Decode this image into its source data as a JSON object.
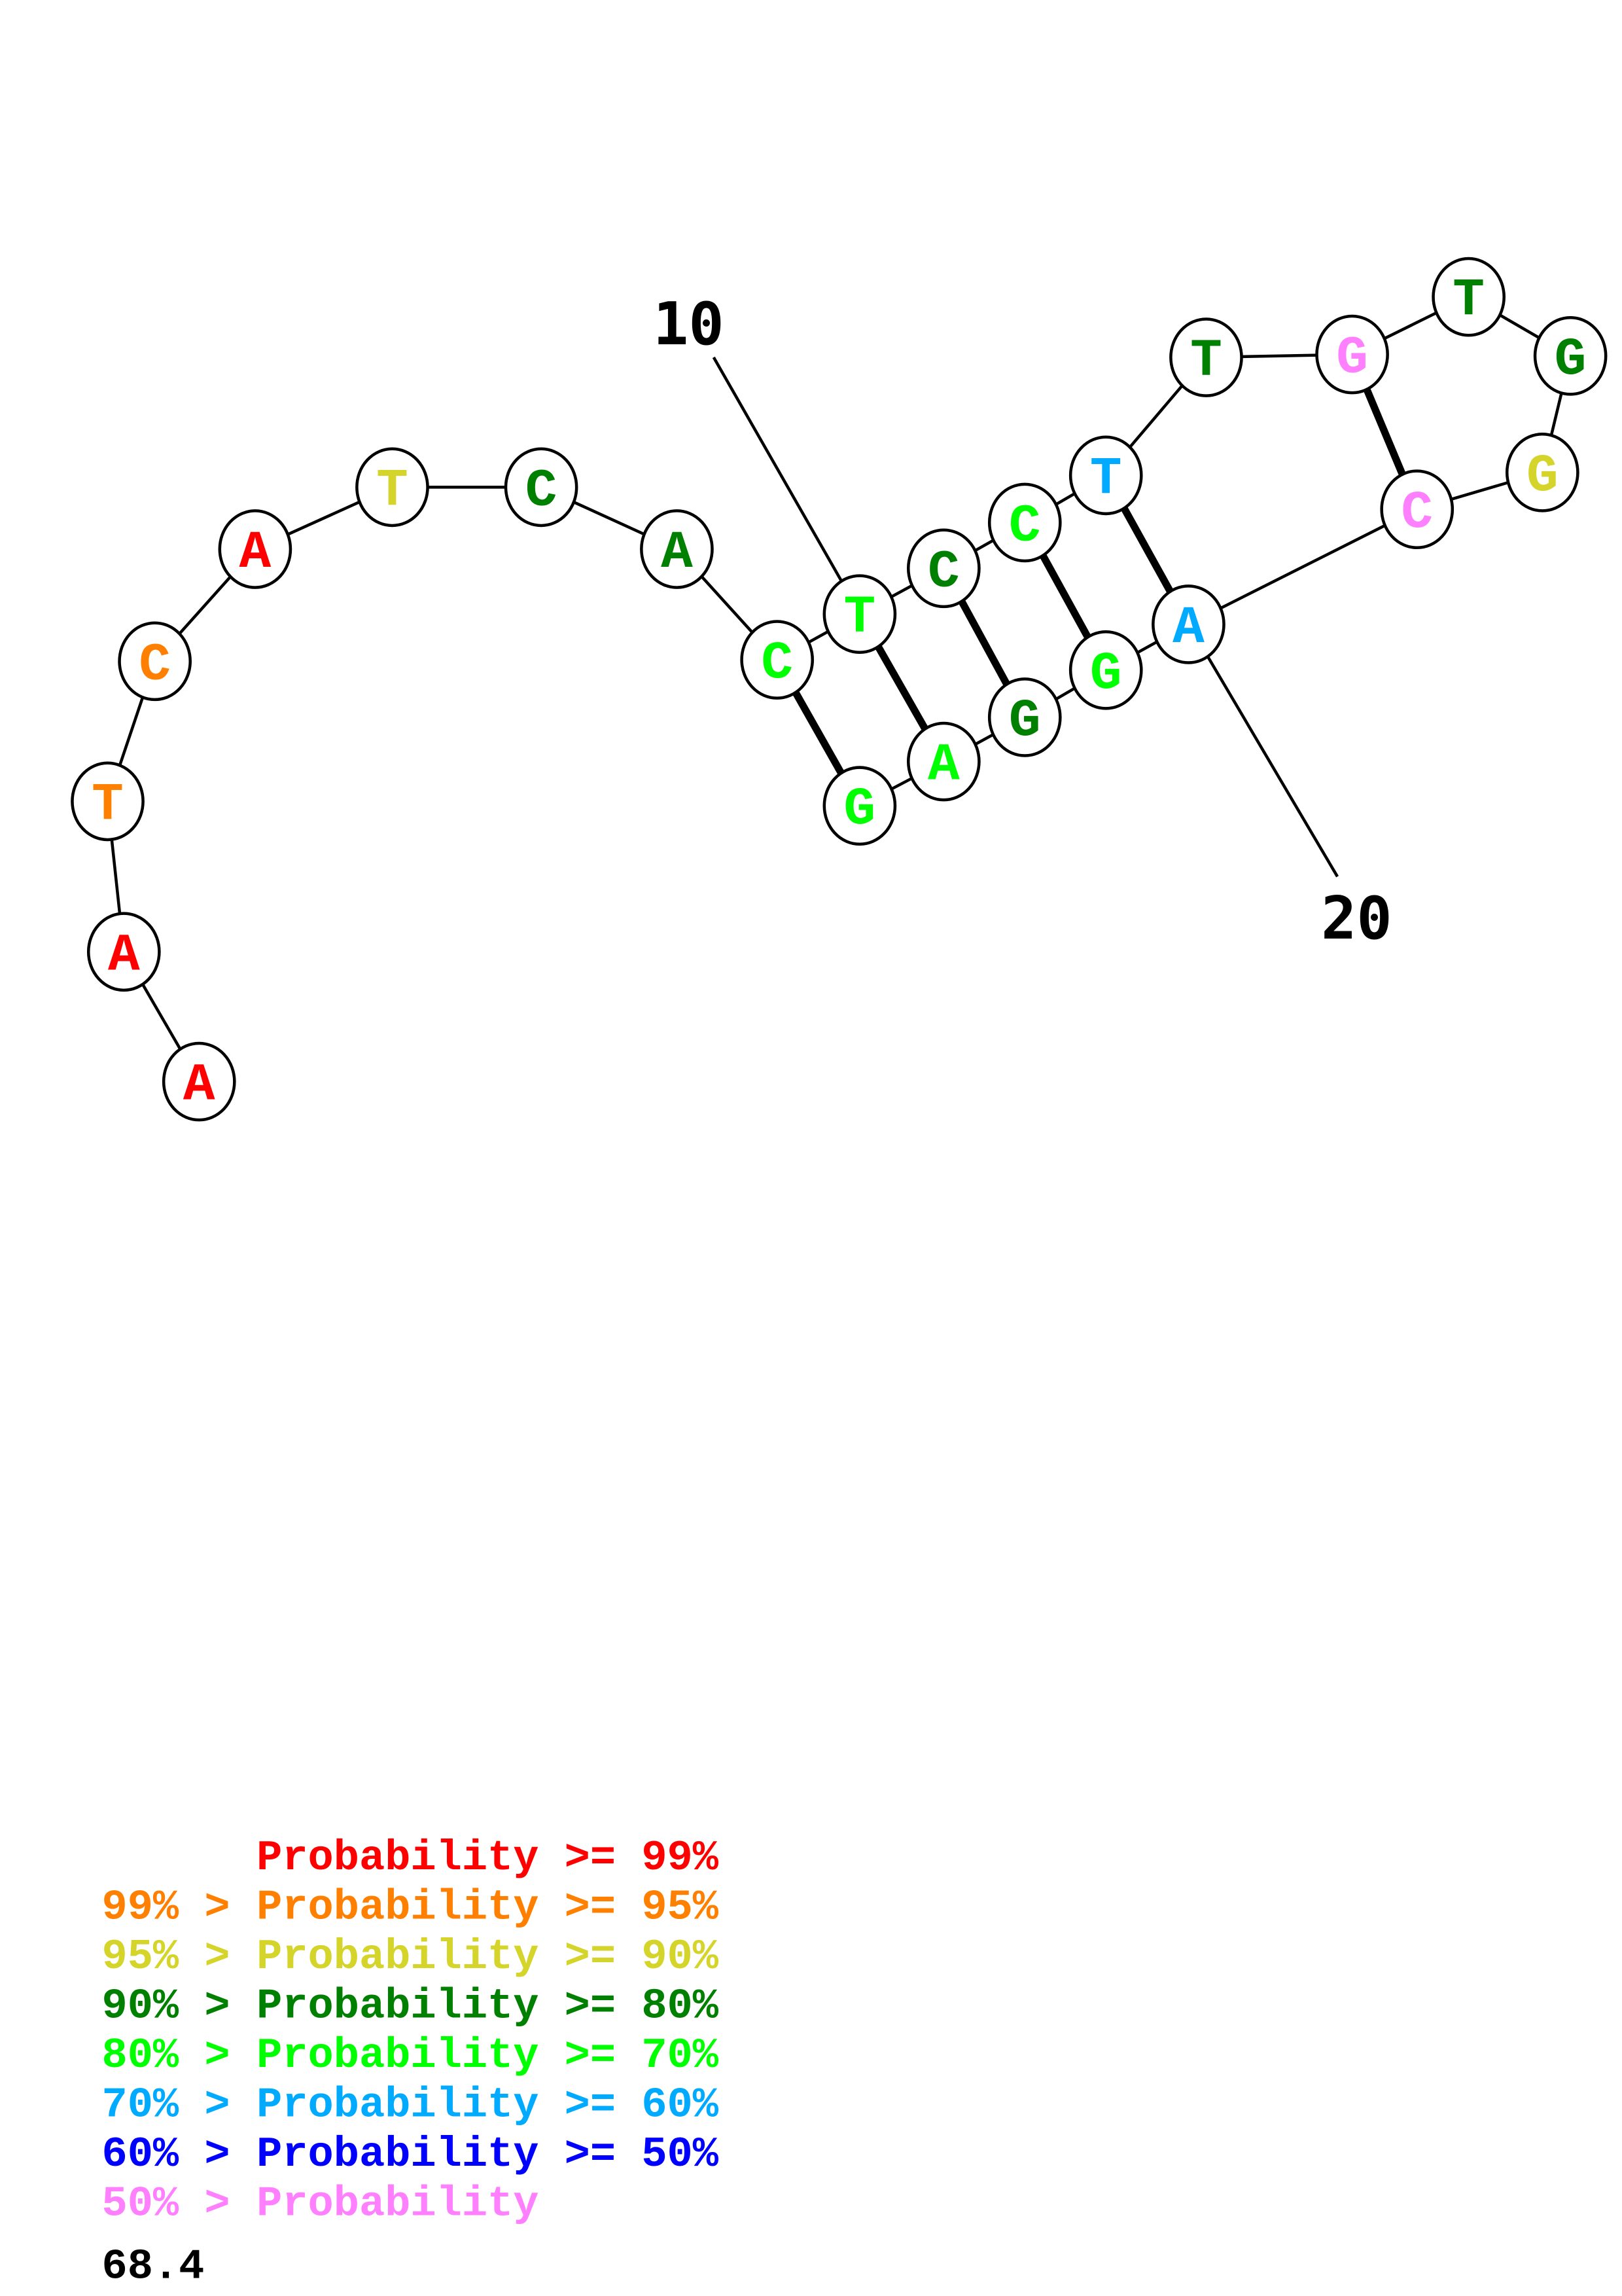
{
  "colors": {
    "p99": "#ff0000",
    "p95": "#ff8000",
    "p90": "#d4d42a",
    "p80": "#008000",
    "p70": "#00ff00",
    "p60": "#00aaff",
    "p50": "#0000ff",
    "plow": "#ff80ff"
  },
  "sequence": [
    {
      "base": "A",
      "prob": "p99"
    },
    {
      "base": "A",
      "prob": "p99"
    },
    {
      "base": "T",
      "prob": "p95"
    },
    {
      "base": "C",
      "prob": "p95"
    },
    {
      "base": "A",
      "prob": "p99"
    },
    {
      "base": "T",
      "prob": "p90"
    },
    {
      "base": "C",
      "prob": "p80"
    },
    {
      "base": "A",
      "prob": "p80"
    },
    {
      "base": "C",
      "prob": "p70"
    },
    {
      "base": "T",
      "prob": "p70"
    },
    {
      "base": "C",
      "prob": "p80"
    },
    {
      "base": "C",
      "prob": "p70"
    },
    {
      "base": "T",
      "prob": "p60"
    },
    {
      "base": "T",
      "prob": "p80"
    },
    {
      "base": "G",
      "prob": "plow"
    },
    {
      "base": "T",
      "prob": "p80"
    },
    {
      "base": "G",
      "prob": "p80"
    },
    {
      "base": "G",
      "prob": "p90"
    },
    {
      "base": "C",
      "prob": "plow"
    },
    {
      "base": "A",
      "prob": "p60"
    },
    {
      "base": "G",
      "prob": "p70"
    },
    {
      "base": "G",
      "prob": "p80"
    },
    {
      "base": "A",
      "prob": "p70"
    },
    {
      "base": "G",
      "prob": "p70"
    }
  ],
  "pairs": [
    [
      9,
      24
    ],
    [
      10,
      23
    ],
    [
      11,
      22
    ],
    [
      12,
      21
    ],
    [
      13,
      20
    ],
    [
      15,
      19
    ]
  ],
  "position_labels": [
    {
      "index": 10,
      "text": "10"
    },
    {
      "index": 20,
      "text": "20"
    }
  ],
  "legend": [
    {
      "prefix": "",
      "main": "Probability >= 99%",
      "prob": "p99"
    },
    {
      "prefix": "99% > ",
      "main": "Probability >= 95%",
      "prob": "p95"
    },
    {
      "prefix": "95% > ",
      "main": "Probability >= 90%",
      "prob": "p90"
    },
    {
      "prefix": "90% > ",
      "main": "Probability >= 80%",
      "prob": "p80"
    },
    {
      "prefix": "80% > ",
      "main": "Probability >= 70%",
      "prob": "p70"
    },
    {
      "prefix": "70% > ",
      "main": "Probability >= 60%",
      "prob": "p60"
    },
    {
      "prefix": "60% > ",
      "main": "Probability >= 50%",
      "prob": "p50"
    },
    {
      "prefix": "50% > ",
      "main": "Probability",
      "prob": "plow"
    }
  ],
  "score": "68.4"
}
